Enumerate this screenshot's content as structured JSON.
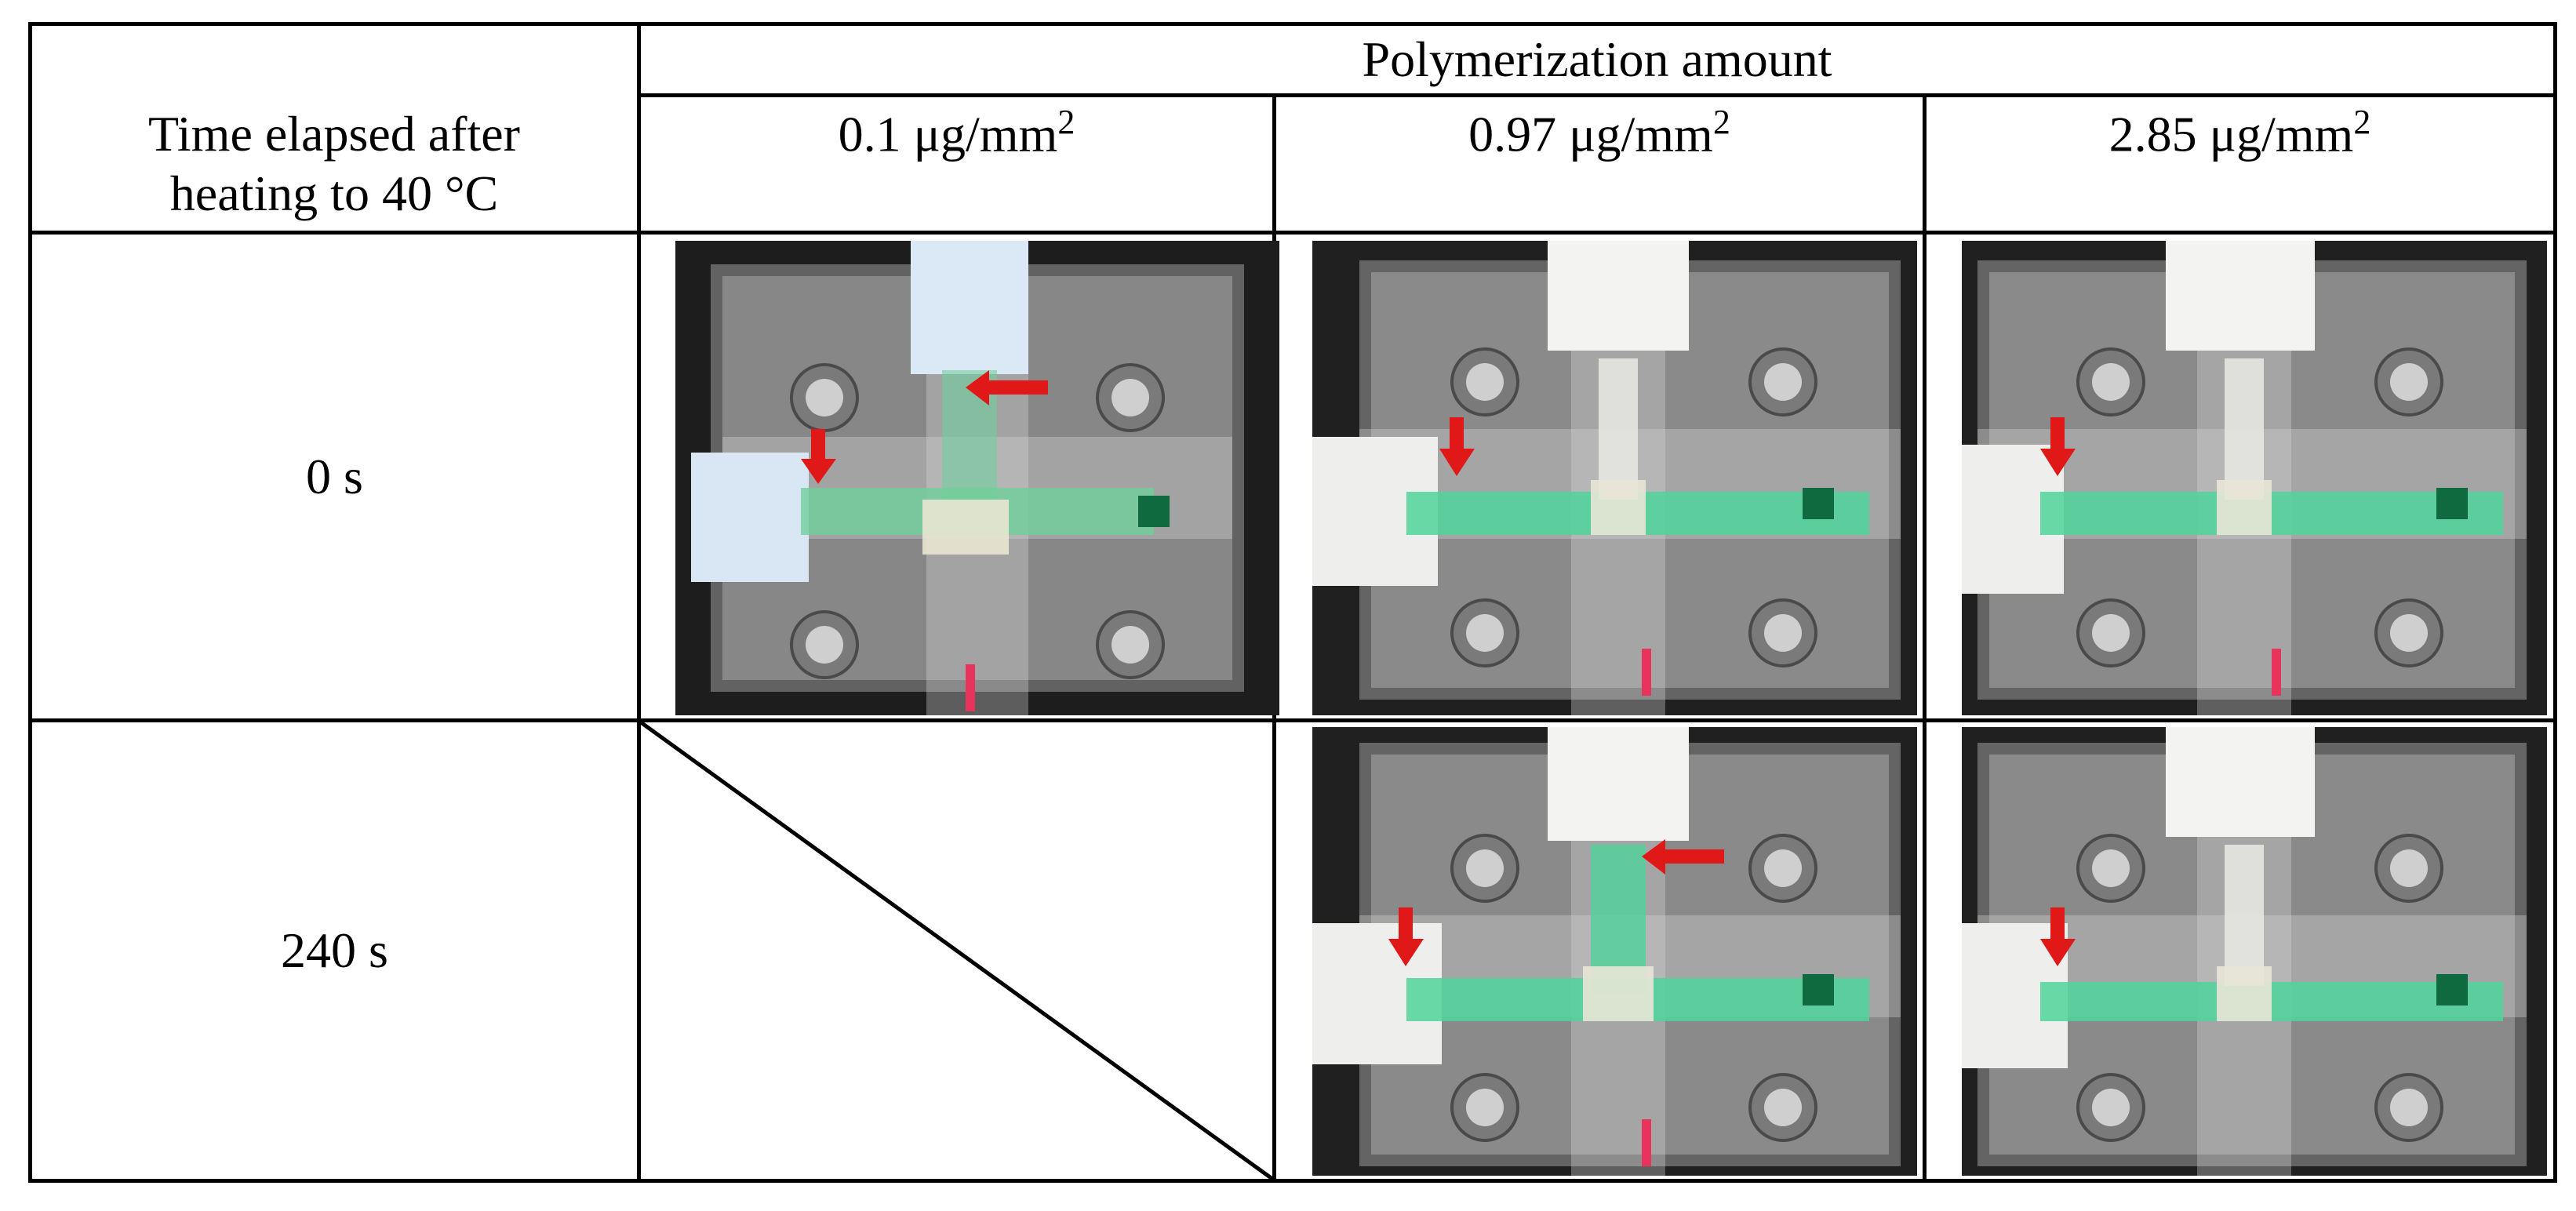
{
  "table": {
    "group_header": "Polymerization amount",
    "row_header": "Time elapsed after heating to 40 °C",
    "columns": [
      {
        "label": "0.1 μg/mm",
        "sup": "2"
      },
      {
        "label": "0.97 μg/mm",
        "sup": "2"
      },
      {
        "label": "2.85 μg/mm",
        "sup": "2"
      }
    ],
    "rows": [
      {
        "time": "0 s"
      },
      {
        "time": "240 s"
      }
    ]
  },
  "photos": {
    "r0c0": {
      "description_icon": "device-photo-icon",
      "liquid_color": "#6fcf9c",
      "arrows": 2
    },
    "r0c1": {
      "description_icon": "device-photo-icon",
      "liquid_color": "#4fd39a",
      "arrows": 1
    },
    "r0c2": {
      "description_icon": "device-photo-icon",
      "liquid_color": "#4fd39a",
      "arrows": 1
    },
    "r1c0": {
      "empty": true
    },
    "r1c1": {
      "description_icon": "device-photo-icon",
      "liquid_color": "#4fd39a",
      "arrows": 2
    },
    "r1c2": {
      "description_icon": "device-photo-icon",
      "liquid_color": "#4fd39a",
      "arrows": 1
    }
  },
  "colors": {
    "arrow": "#e01818",
    "grid": "#000000"
  }
}
